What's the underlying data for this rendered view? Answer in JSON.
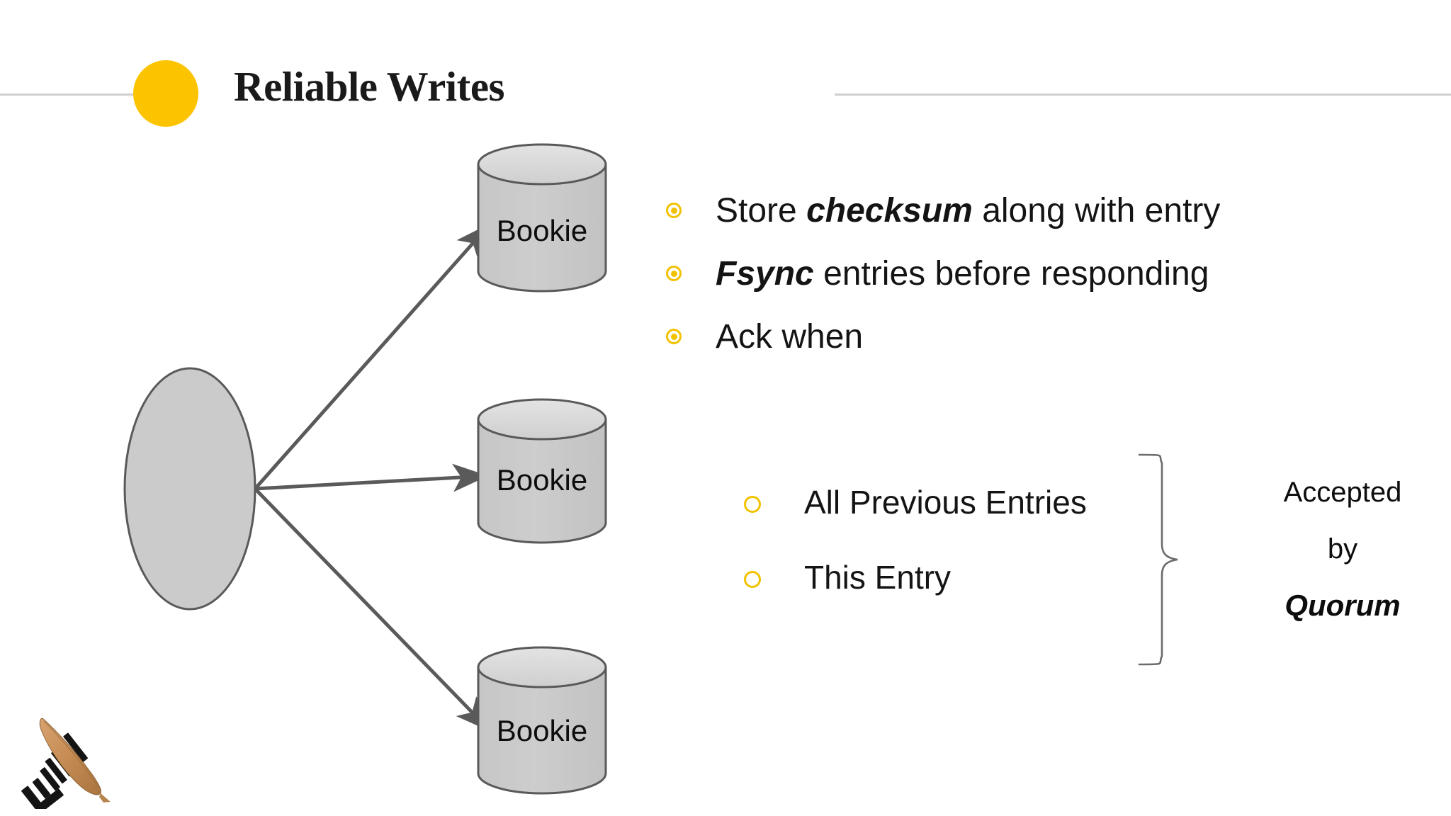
{
  "slide": {
    "title": "Reliable Writes",
    "accent_color": "#FCC400",
    "bullet_color": "#F2C200",
    "rule_color": "#cfcfcf",
    "text_color": "#141414",
    "shape_fill": "#c8c8c8",
    "shape_stroke": "#595959"
  },
  "diagram": {
    "client_node": {
      "label": "",
      "shape": "ellipse"
    },
    "nodes": [
      {
        "label": "Bookie",
        "shape": "cylinder"
      },
      {
        "label": "Bookie",
        "shape": "cylinder"
      },
      {
        "label": "Bookie",
        "shape": "cylinder"
      }
    ],
    "arrow_count": 3
  },
  "bullets": [
    {
      "marker": "filled-ring-bullet",
      "prefix": "Store ",
      "emphasis": "checksum",
      "suffix": " along with entry"
    },
    {
      "marker": "filled-ring-bullet",
      "prefix": "",
      "emphasis": "Fsync",
      "suffix": " entries before responding"
    },
    {
      "marker": "filled-ring-bullet",
      "prefix": "Ack when",
      "emphasis": "",
      "suffix": ""
    }
  ],
  "sub_bullets": [
    {
      "marker": "hollow-circle-bullet",
      "text": "All Previous Entries"
    },
    {
      "marker": "hollow-circle-bullet",
      "text": "This Entry"
    }
  ],
  "brace_caption": {
    "line1": "Accepted",
    "line2": "by",
    "line3": "Quorum"
  },
  "footer": {
    "logo_name": "apache-feather-logo"
  }
}
